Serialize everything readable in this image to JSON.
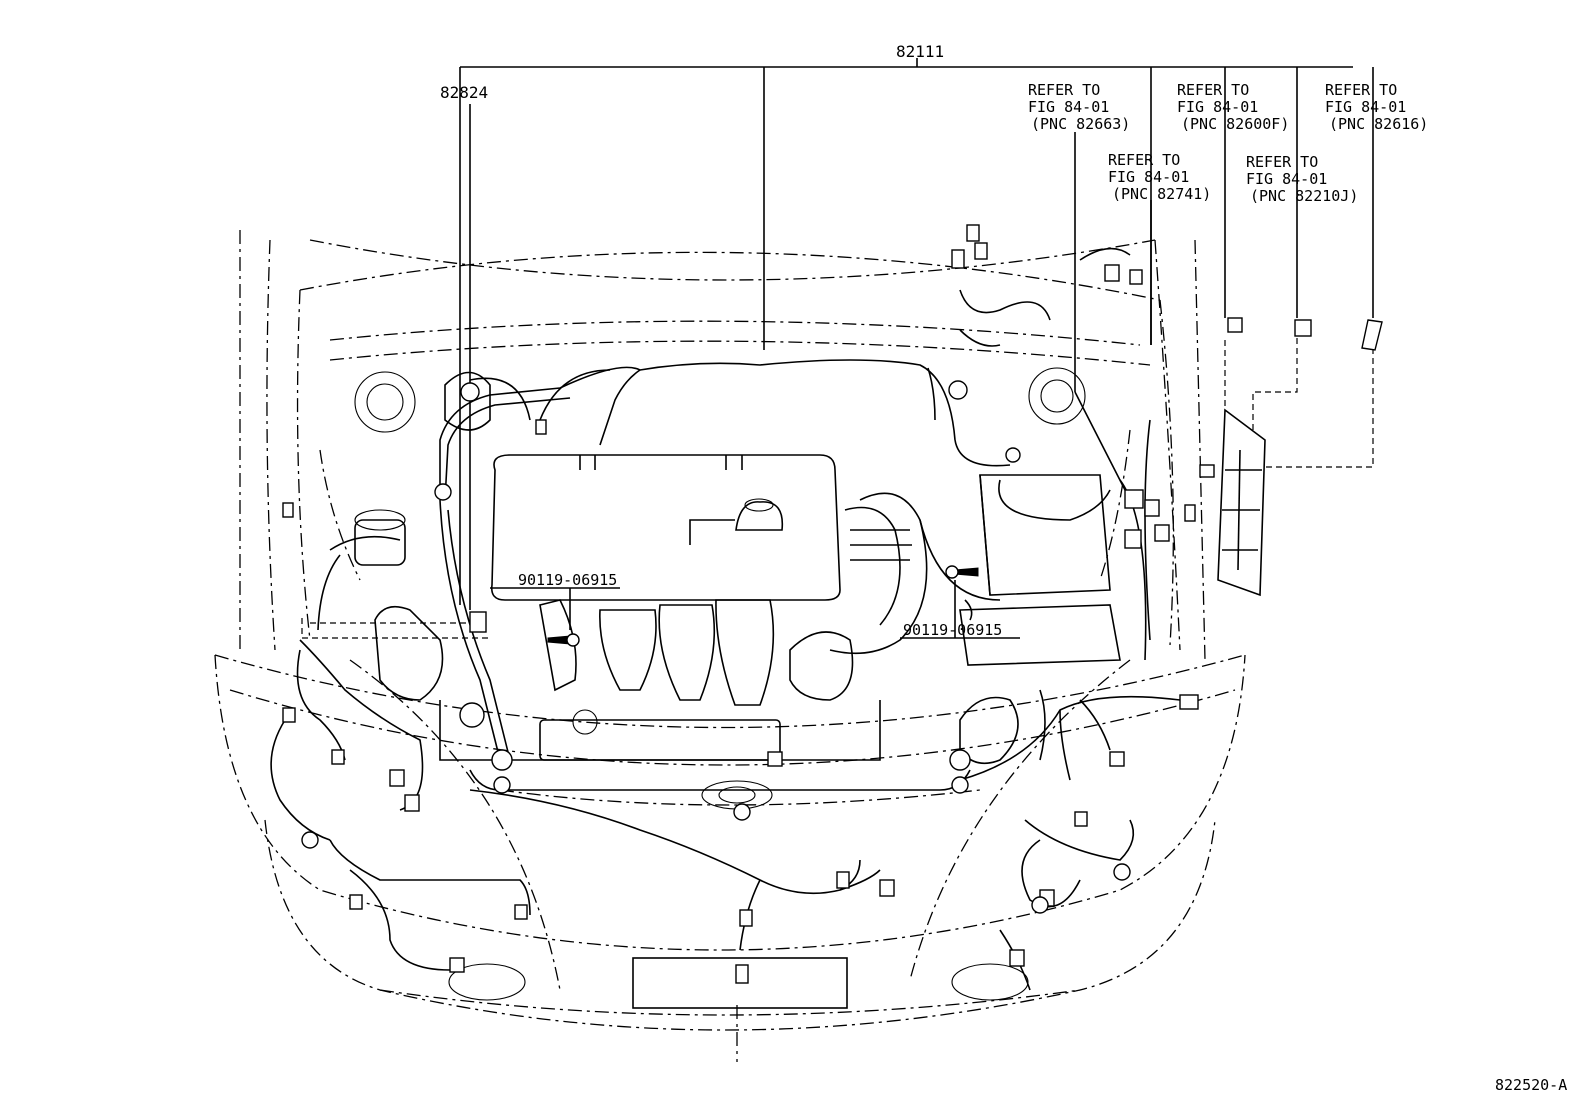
{
  "labels": {
    "part_main": "82111",
    "part_left": "82824",
    "bolt_left": "90119-06915",
    "bolt_right": "90119-06915",
    "figure_id": "822520-A"
  },
  "refer_notes": [
    {
      "line1": "REFER TO",
      "line2": "FIG 84-01",
      "line3": "(PNC 82663)"
    },
    {
      "line1": "REFER TO",
      "line2": "FIG 84-01",
      "line3": "(PNC 82741)"
    },
    {
      "line1": "REFER TO",
      "line2": "FIG 84-01",
      "line3": "(PNC 82600F)"
    },
    {
      "line1": "REFER TO",
      "line2": "FIG 84-01",
      "line3": "(PNC 82210J)"
    },
    {
      "line1": "REFER TO",
      "line2": "FIG 84-01",
      "line3": "(PNC 82616)"
    }
  ]
}
